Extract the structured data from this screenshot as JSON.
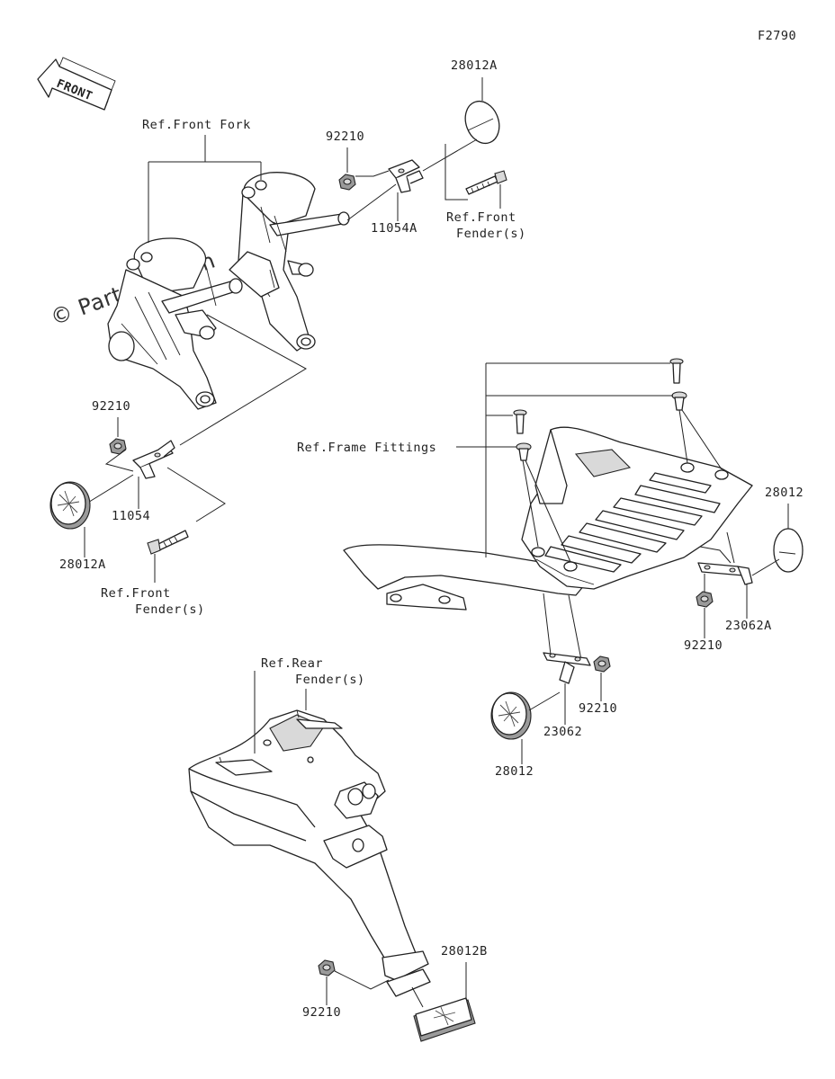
{
  "diagram_code": "F2790",
  "front_arrow": "FRONT",
  "watermark": "© Partzilla.com",
  "labels": {
    "p28012A_top": "28012A",
    "p92210_top": "92210",
    "ref_front_fork": "Ref.Front Fork",
    "p11054A": "11054A",
    "ref_front_fender_top_1": "Ref.Front",
    "ref_front_fender_top_2": "Fender(s)",
    "p92210_left": "92210",
    "p11054": "11054",
    "p28012A_left": "28012A",
    "ref_front_fender_left_1": "Ref.Front",
    "ref_front_fender_left_2": "Fender(s)",
    "ref_frame_fittings": "Ref.Frame Fittings",
    "p28012_right": "28012",
    "p23062A": "23062A",
    "p92210_right": "92210",
    "p92210_mid": "92210",
    "p23062": "23062",
    "p28012_mid": "28012",
    "ref_rear_fender_1": "Ref.Rear",
    "ref_rear_fender_2": "Fender(s)",
    "p28012B": "28012B",
    "p92210_bottom": "92210"
  }
}
